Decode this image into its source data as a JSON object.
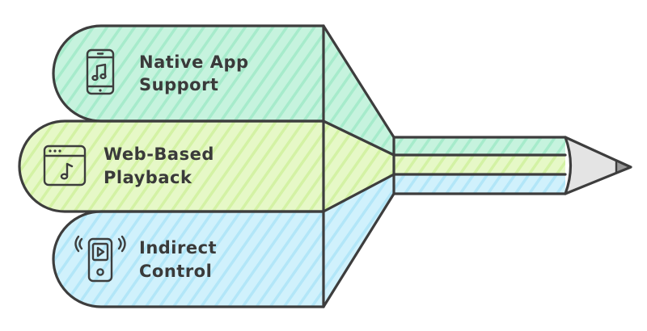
{
  "diagram": {
    "sections": [
      {
        "id": "native",
        "line1": "Native App",
        "line2": "Support",
        "icon": "smartphone-music-icon",
        "color": "#b9f0d6"
      },
      {
        "id": "web",
        "line1": "Web-Based",
        "line2": "Playback",
        "icon": "browser-music-icon",
        "color": "#ddf5b8"
      },
      {
        "id": "indirect",
        "line1": "Indirect",
        "line2": "Control",
        "icon": "remote-player-icon",
        "color": "#c3ecfb"
      }
    ],
    "pencil_tip_color": "#e4e4e4"
  }
}
